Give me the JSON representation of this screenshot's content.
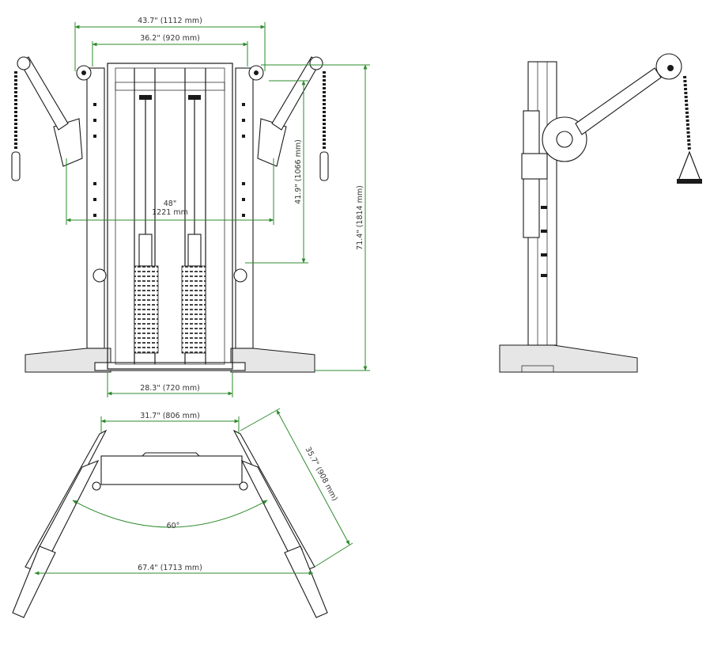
{
  "dimensions": {
    "front_overall_width": "43.7\" (1112 mm)",
    "front_frame_width": "36.2\" (920 mm)",
    "front_pulley_span_in": "48\"",
    "front_pulley_span_mm": "1221 mm",
    "front_arm_height": "41.9\" (1066 mm)",
    "front_total_height": "71.4\" (1814 mm)",
    "front_base_width": "28.3\" (720 mm)",
    "top_frame_width": "31.7\" (806 mm)",
    "top_arm_length": "35.7\" (908 mm)",
    "top_angle": "60°",
    "top_overall_span": "67.4\" (1713 mm)"
  }
}
